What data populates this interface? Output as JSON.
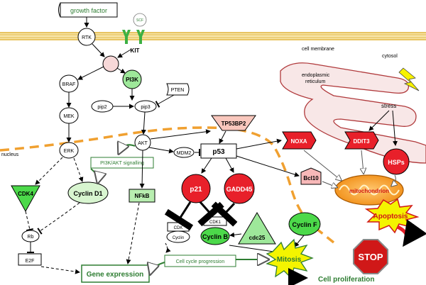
{
  "labels": {
    "growth_factor": "growth factor",
    "scf": "SCF",
    "rtk": "RTK",
    "kit": "KIT",
    "cell_membrane": "cell membrane",
    "cytosol": "cytosol",
    "er": "endoplasmic",
    "er2": "reticulum",
    "stress": "stress",
    "braf": "BRAF",
    "pi3k": "PI3K",
    "pten": "PTEN",
    "pip2": "pip2",
    "pip3": "pip3",
    "mek": "MEK",
    "nucleus": "nucleus",
    "erk": "ERK",
    "akt": "AKT",
    "tp53bp2": "TP53BP2",
    "noxa": "NOXA",
    "ddit3": "DDIT3",
    "hsps": "HSPs",
    "mdm2": "MDM2",
    "p53": "p53",
    "pi3k_akt": "PI3K/AKT signalling",
    "cdk4": "CDK4",
    "cyclin_d1": "Cyclin D1",
    "nfkb": "NFkB",
    "p21": "p21",
    "gadd45": "GADD45",
    "bcl10": "Bcl10",
    "mitochondrion": "mitochondrion",
    "apoptosis": "Apoptosis",
    "rb": "Rb",
    "cdk": "CDK",
    "cyclin": "Cyclin",
    "cdk1": "CDK1",
    "cyclin_b": "Cyclin B",
    "cdc25": "cdc25",
    "cyclin_f": "Cyclin F",
    "stop": "STOP",
    "e2f": "E2F",
    "cell_cycle": "Cell cycle progression",
    "mitosis": "Mitosis",
    "gene_expression": "Gene expression",
    "cell_proliferation": "Cell proliferation"
  },
  "colors": {
    "membrane": "#f3d98b",
    "membrane_line": "#e3b94a",
    "nucleus_dash": "#f0a030",
    "light_green": "#d8f5d0",
    "mid_green": "#7ee07a",
    "bright_green": "#4cd94a",
    "dark_green_text": "#2e7d32",
    "red": "#e8202a",
    "salmon": "#f7b8b0",
    "er_fill": "#f7e6e6",
    "er_line": "#b0393b",
    "mito_orange": "#f7a021",
    "yellow": "#f4f400",
    "pink": "#f7c8c8"
  }
}
